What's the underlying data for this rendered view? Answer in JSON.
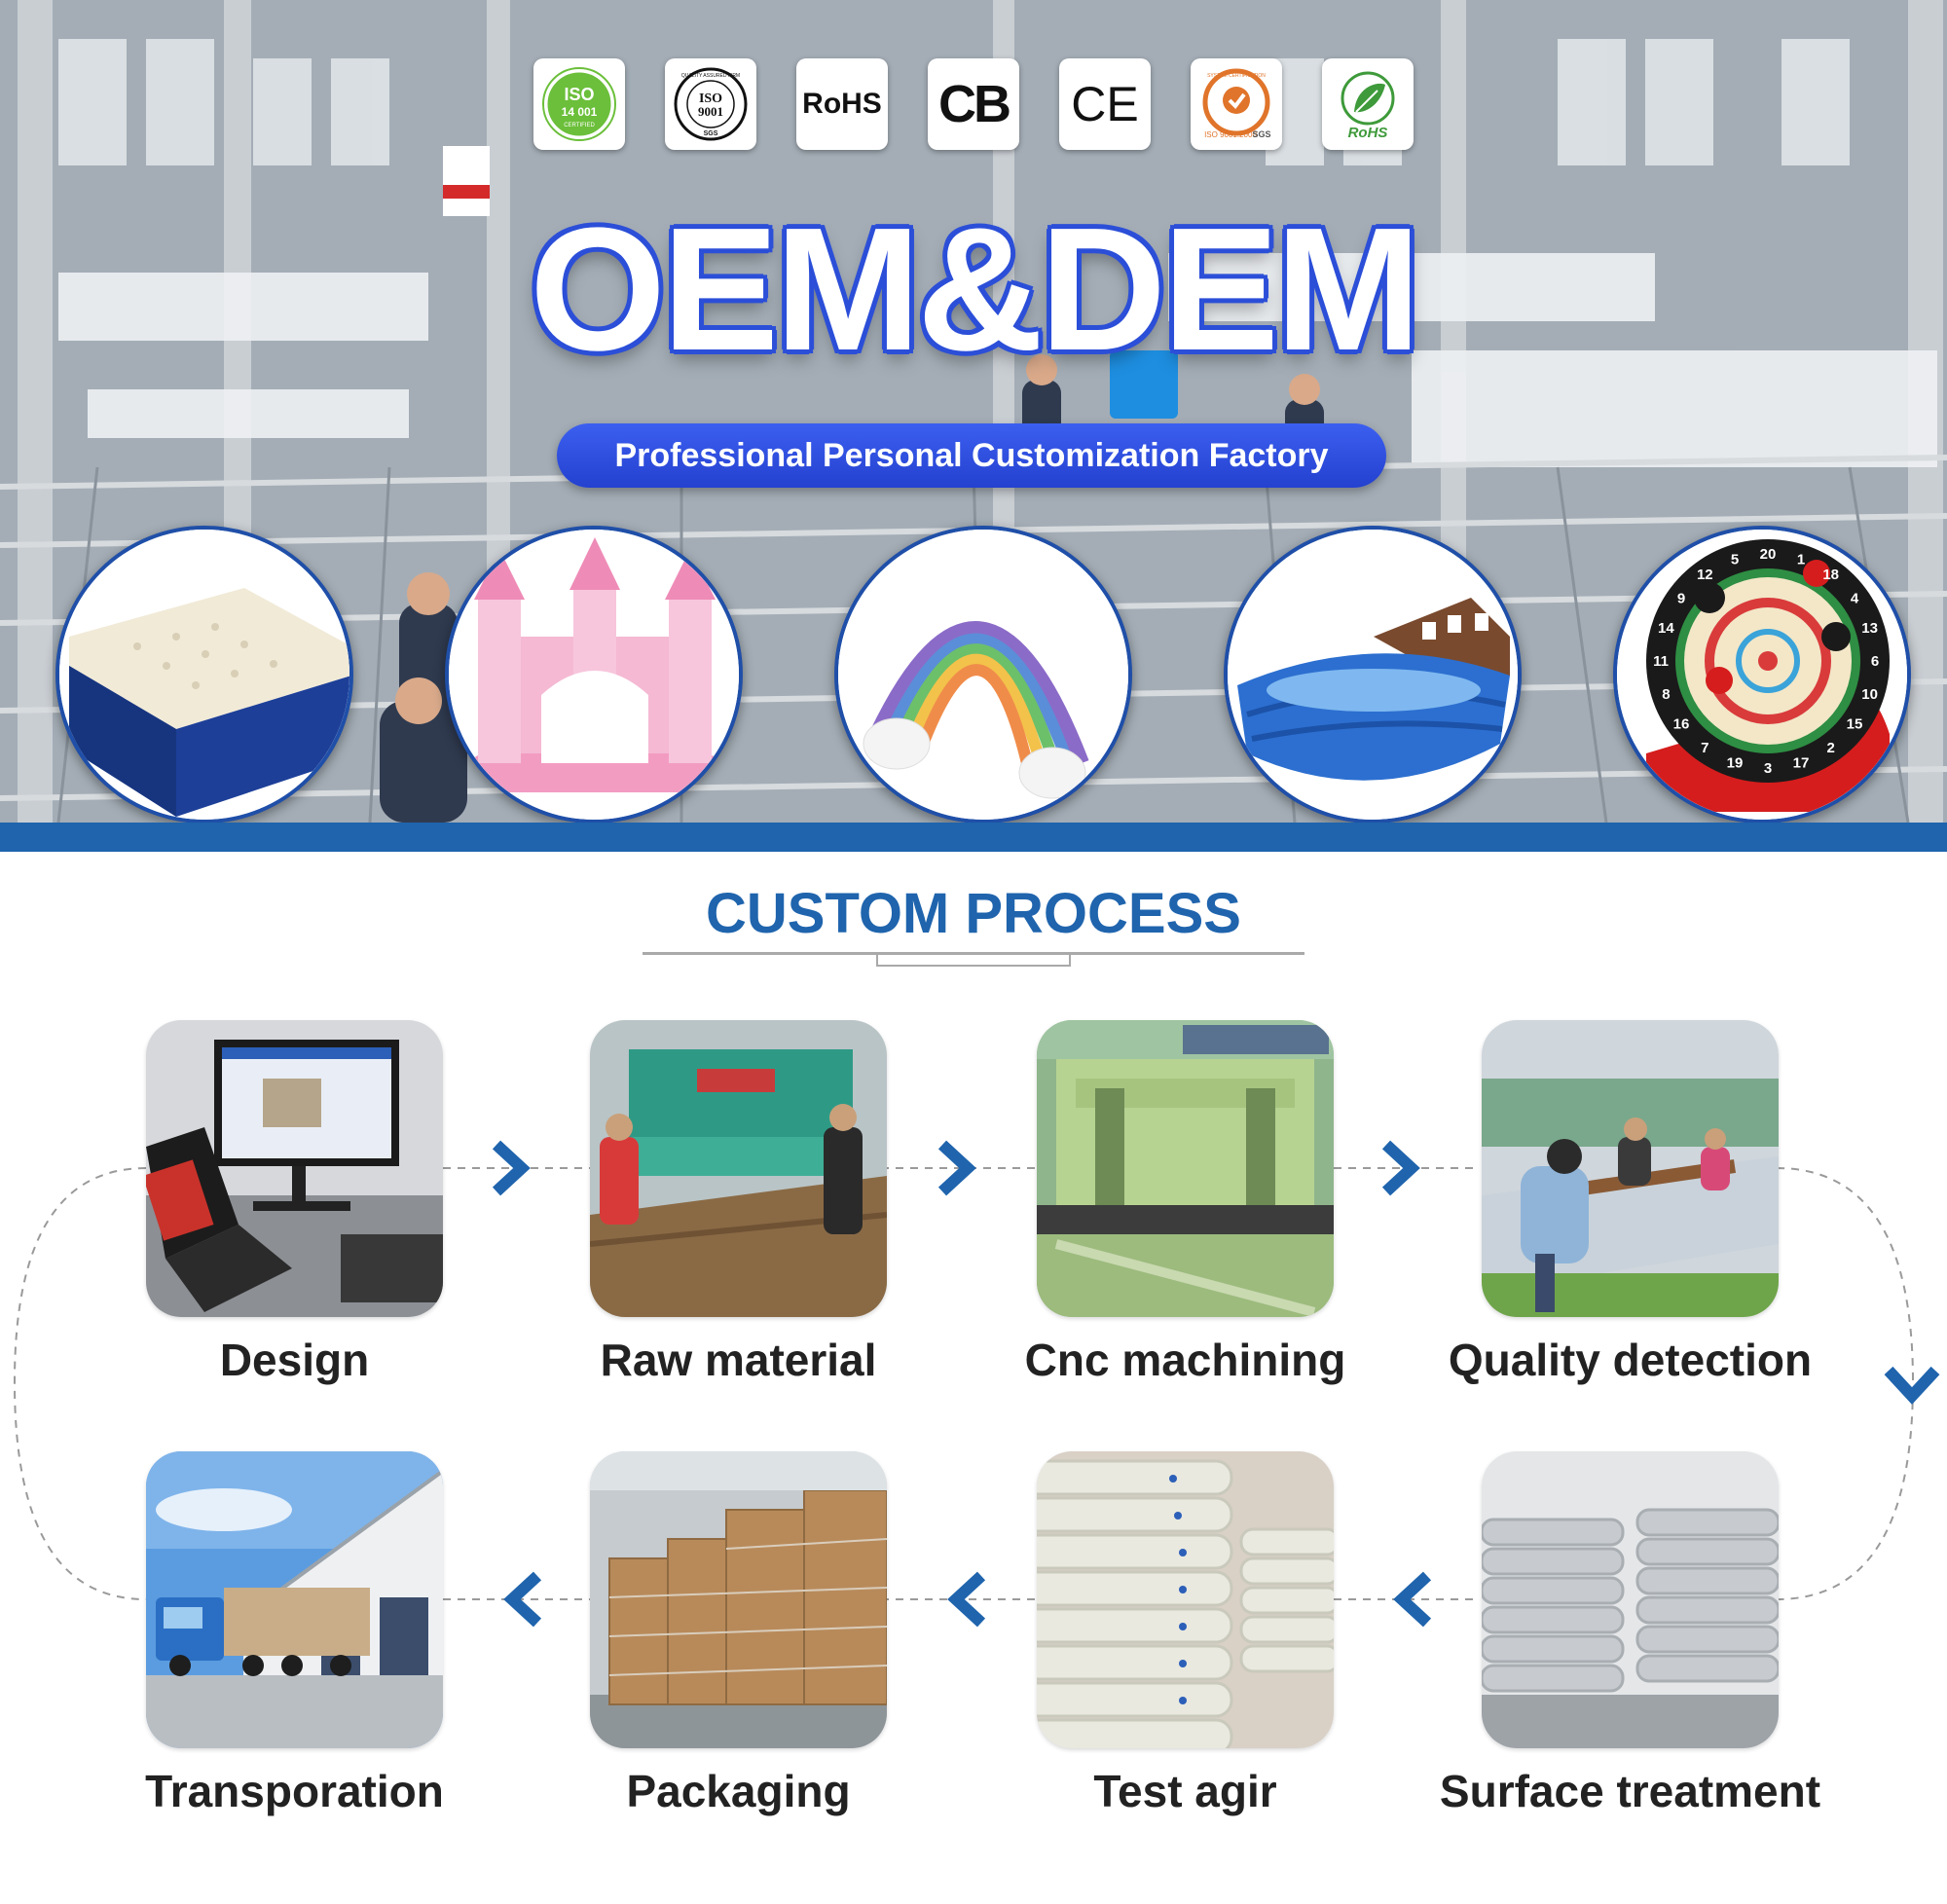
{
  "hero": {
    "title": "OEM&DEM",
    "subtitle": "Professional Personal Customization Factory",
    "certifications": [
      {
        "name": "iso-14001-icon",
        "lines": [
          "ISO",
          "14 001",
          "CERTIFIED"
        ]
      },
      {
        "name": "iso-9001-icon",
        "lines": [
          "ISO",
          "9001",
          "QUALITY ASSURED FIRM",
          "SGS"
        ]
      },
      {
        "name": "rohs-icon",
        "lines": [
          "RoHS"
        ]
      },
      {
        "name": "cb-icon",
        "lines": [
          "CB"
        ]
      },
      {
        "name": "ce-icon",
        "lines": [
          "CE"
        ]
      },
      {
        "name": "iso-9001-2000-sgs-icon",
        "lines": [
          "SYSTEM CERTIFICATION",
          "ISO 9001:2000",
          "SGS"
        ]
      },
      {
        "name": "rohs-leaf-icon",
        "lines": [
          "RoHS"
        ]
      }
    ],
    "dartboard_numbers": [
      "20",
      "1",
      "18",
      "4",
      "13",
      "6",
      "10",
      "15",
      "2",
      "17",
      "3",
      "19",
      "7",
      "16",
      "8",
      "11",
      "14",
      "9",
      "12",
      "5"
    ]
  },
  "process": {
    "title": "CUSTOM PROCESS",
    "steps": [
      {
        "label": "Design"
      },
      {
        "label": "Raw material"
      },
      {
        "label": "Cnc machining"
      },
      {
        "label": "Quality detection"
      },
      {
        "label": "Surface treatment"
      },
      {
        "label": "Test agir"
      },
      {
        "label": "Packaging"
      },
      {
        "label": "Transporation"
      }
    ]
  },
  "colors": {
    "brand_blue": "#1f64ad",
    "pill_blue": "#2c4fd8",
    "label_dark": "#222222"
  }
}
